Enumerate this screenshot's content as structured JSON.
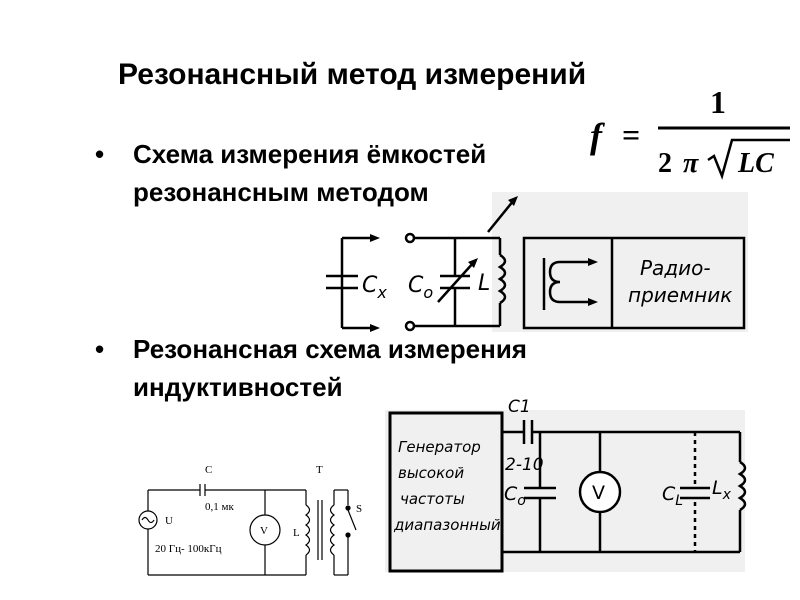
{
  "title": "Резонансный метод измерений",
  "bullets": [
    {
      "marker": "•",
      "lines": [
        "Схема измерения ёмкостей",
        "резонансным методом"
      ]
    },
    {
      "marker": "•",
      "lines": [
        "Резонансная схема измерения",
        "индуктивностей"
      ]
    }
  ],
  "formula": {
    "lhs": "f",
    "eq": "=",
    "num": "1",
    "den_two": "2",
    "den_pi": "π",
    "den_rad": "LC"
  },
  "diagram_capacitance": {
    "cx": "C",
    "cx_sub": "x",
    "co": "C",
    "co_sub": "o",
    "l": "L",
    "receiver_line1": "Радио-",
    "receiver_line2": "приемник"
  },
  "diagram_inductance_small": {
    "c": "C",
    "c_value": "0,1 мк",
    "t": "T",
    "u": "U",
    "v": "V",
    "l": "L",
    "s": "S",
    "range": "20 Гц- 100кГц"
  },
  "diagram_inductance_large": {
    "gen_lines": [
      "Генератор",
      "высокой",
      "частоты",
      "диапазонный"
    ],
    "c1": "C1",
    "c1_range": "2-10",
    "co": "C",
    "co_sub": "o",
    "v": "V",
    "cl": "C",
    "cl_sub": "L",
    "lx": "L",
    "lx_sub": "x"
  }
}
